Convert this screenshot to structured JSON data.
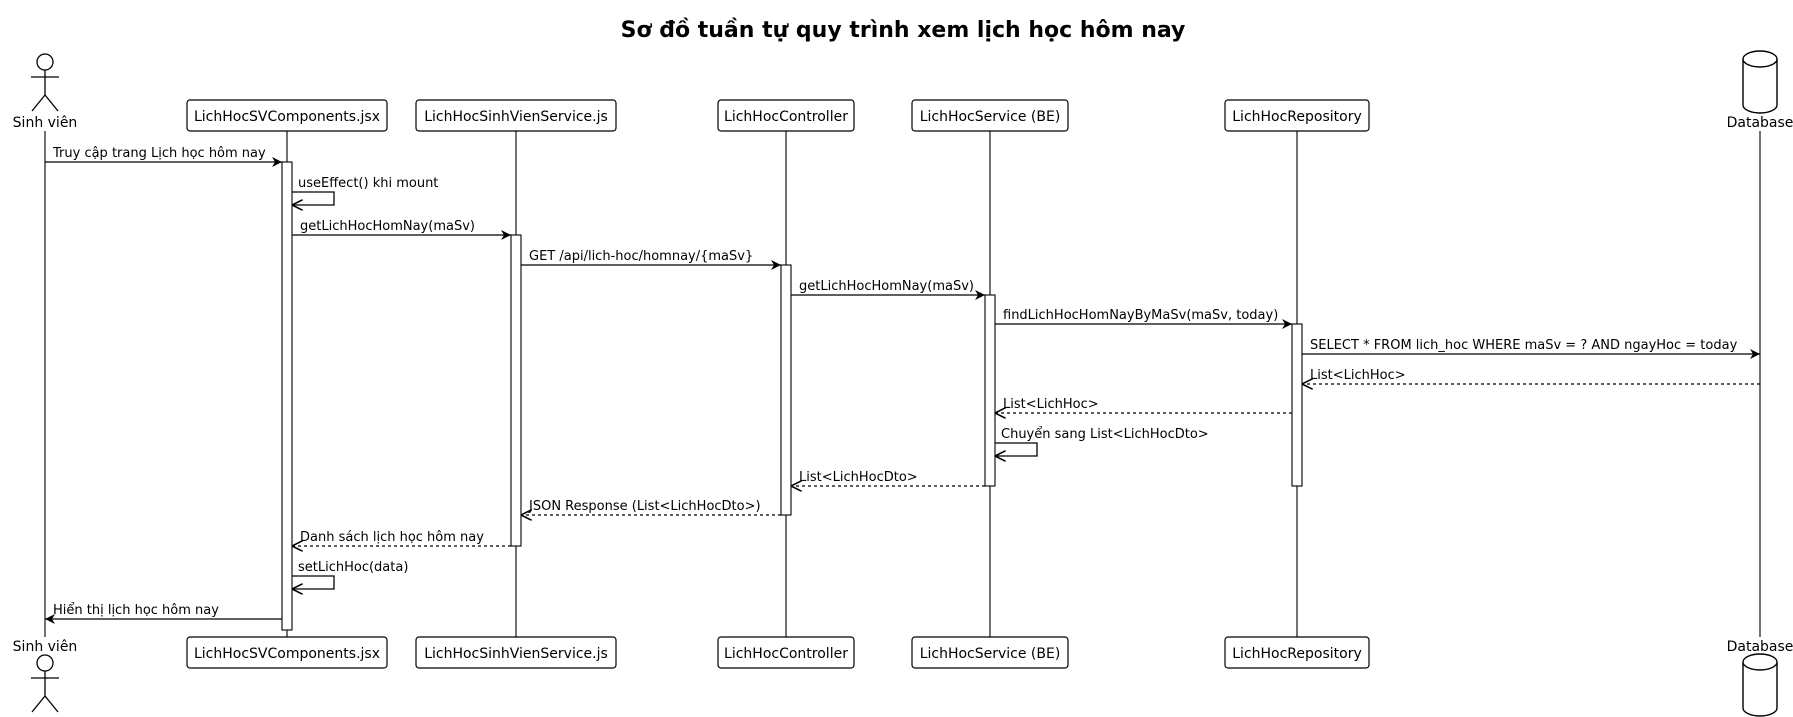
{
  "title": "Sơ đồ tuần tự quy trình xem lịch học hôm nay",
  "participants": [
    {
      "id": "sv",
      "label": "Sinh viên",
      "kind": "actor"
    },
    {
      "id": "comp",
      "label": "LichHocSVComponents.jsx",
      "kind": "box"
    },
    {
      "id": "svc",
      "label": "LichHocSinhVienService.js",
      "kind": "box"
    },
    {
      "id": "ctrl",
      "label": "LichHocController",
      "kind": "box"
    },
    {
      "id": "besvc",
      "label": "LichHocService (BE)",
      "kind": "box"
    },
    {
      "id": "repo",
      "label": "LichHocRepository",
      "kind": "box"
    },
    {
      "id": "db",
      "label": "Database",
      "kind": "database"
    }
  ],
  "messages": [
    {
      "from": "sv",
      "to": "comp",
      "label": "Truy cập trang Lịch học hôm nay",
      "type": "sync"
    },
    {
      "from": "comp",
      "to": "comp",
      "label": "useEffect() khi mount",
      "type": "self"
    },
    {
      "from": "comp",
      "to": "svc",
      "label": "getLichHocHomNay(maSv)",
      "type": "sync"
    },
    {
      "from": "svc",
      "to": "ctrl",
      "label": "GET /api/lich-hoc/homnay/{maSv}",
      "type": "sync"
    },
    {
      "from": "ctrl",
      "to": "besvc",
      "label": "getLichHocHomNay(maSv)",
      "type": "sync"
    },
    {
      "from": "besvc",
      "to": "repo",
      "label": "findLichHocHomNayByMaSv(maSv, today)",
      "type": "sync"
    },
    {
      "from": "repo",
      "to": "db",
      "label": "SELECT * FROM lich_hoc WHERE maSv = ? AND ngayHoc = today",
      "type": "sync"
    },
    {
      "from": "db",
      "to": "repo",
      "label": "List<LichHoc>",
      "type": "return"
    },
    {
      "from": "repo",
      "to": "besvc",
      "label": "List<LichHoc>",
      "type": "return"
    },
    {
      "from": "besvc",
      "to": "besvc",
      "label": "Chuyển sang List<LichHocDto>",
      "type": "self"
    },
    {
      "from": "besvc",
      "to": "ctrl",
      "label": "List<LichHocDto>",
      "type": "return"
    },
    {
      "from": "ctrl",
      "to": "svc",
      "label": "JSON Response (List<LichHocDto>)",
      "type": "return"
    },
    {
      "from": "svc",
      "to": "comp",
      "label": "Danh sách lịch học hôm nay",
      "type": "return"
    },
    {
      "from": "comp",
      "to": "comp",
      "label": "setLichHoc(data)",
      "type": "self"
    },
    {
      "from": "comp",
      "to": "sv",
      "label": "Hiển thị lịch học hôm nay",
      "type": "sync"
    }
  ]
}
